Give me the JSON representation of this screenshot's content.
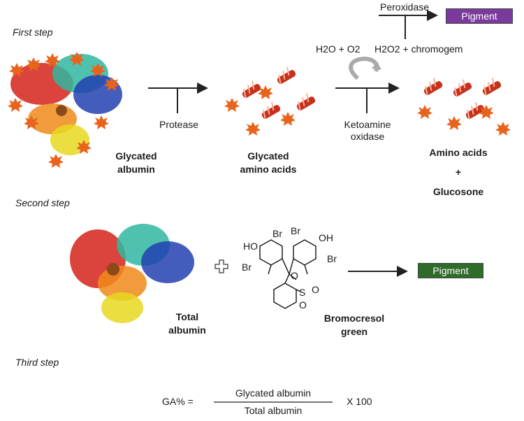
{
  "steps": {
    "first": "First step",
    "second": "Second step",
    "third": "Third step"
  },
  "step1": {
    "glycated_albumin": [
      "Glycated",
      "albumin"
    ],
    "protease": "Protease",
    "glycated_amino_acids": [
      "Glycated",
      "amino acids"
    ],
    "peroxidase": "Peroxidase",
    "pigment": "Pigment",
    "h2o_o2": "H2O + O2",
    "h2o2_chromogem": "H2O2 + chromogem",
    "ketoamine_oxidase": [
      "Ketoamine",
      "oxidase"
    ],
    "products": [
      "Amino acids",
      "+",
      "Glucosone"
    ]
  },
  "step2": {
    "total_albumin": [
      "Total",
      "albumin"
    ],
    "bromocresol": [
      "Bromocresol",
      "green"
    ],
    "pigment": "Pigment",
    "atoms": {
      "ho_left": "HO",
      "br_top_left": "Br",
      "br_bottom_left": "Br",
      "br_top_right": "Br",
      "oh_right": "OH",
      "br_bottom_right": "Br",
      "o_ring": "O",
      "s": "S",
      "o_s_right": "O",
      "o_s_bottom": "O"
    }
  },
  "step3": {
    "lhs": "GA% =",
    "numerator": "Glycated albumin",
    "denominator": "Total albumin",
    "multiplier": "X 100"
  },
  "colors": {
    "pigment_purple": "#7a3a9c",
    "pigment_green": "#2f6b2a",
    "helix_red": "#d13a1c",
    "glucose_orange": "#e8641c"
  }
}
